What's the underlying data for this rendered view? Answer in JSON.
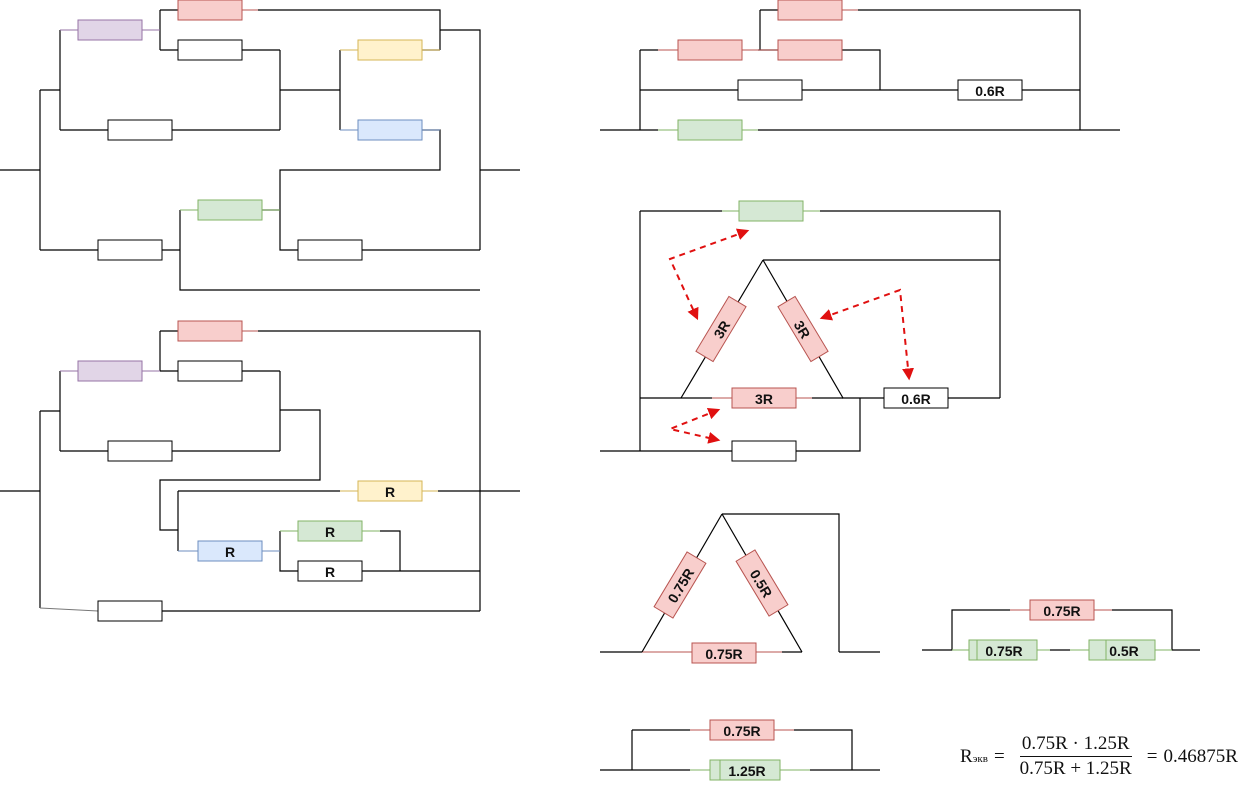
{
  "colors": {
    "wire": "#000000",
    "red": {
      "fill": "#f8cecc",
      "stroke": "#b85450"
    },
    "purple": {
      "fill": "#e1d5e7",
      "stroke": "#9673a6"
    },
    "yellow": {
      "fill": "#fff2cc",
      "stroke": "#d6b656"
    },
    "blue": {
      "fill": "#dae8fc",
      "stroke": "#6c8ebf"
    },
    "green": {
      "fill": "#d5e8d4",
      "stroke": "#82b366"
    },
    "white": {
      "fill": "#ffffff",
      "stroke": "#000000"
    },
    "arrow": "#e01010"
  },
  "circuits": {
    "original": {
      "title": "Original circuit",
      "resistor_labels": []
    },
    "rearranged": {
      "title": "Rearranged circuit",
      "resistor_labels": {
        "yellow": "R",
        "blue": "R",
        "green": "R",
        "white": "R"
      }
    },
    "step1": {
      "title": "Simplified circuit",
      "resistor_labels": {
        "white_right": "0.6R"
      }
    },
    "delta": {
      "title": "Delta connection",
      "resistor_labels": {
        "left": "3R",
        "right": "3R",
        "bottom": "3R",
        "right_series": "0.6R"
      },
      "arrows": [
        "green-to-left-3R",
        "0.6R-to-right-3R",
        "white-to-bottom-3R"
      ]
    },
    "delta2": {
      "title": "Reduced delta",
      "resistor_labels": {
        "left": "0.75R",
        "right": "0.5R",
        "bottom": "0.75R"
      }
    },
    "series_parallel": {
      "title": "Series-parallel",
      "resistor_labels": {
        "top": "0.75R",
        "bottom_left": "0.75R",
        "bottom_right": "0.5R"
      }
    },
    "final": {
      "title": "Final parallel",
      "resistor_labels": {
        "top": "0.75R",
        "bottom": "1.25R"
      }
    }
  },
  "formula": {
    "lhs": "R",
    "lhs_sub": "экв",
    "equals": "=",
    "numerator": "0.75R · 1.25R",
    "denominator": "0.75R + 1.25R",
    "equals2": "=",
    "result": "0.46875R"
  }
}
